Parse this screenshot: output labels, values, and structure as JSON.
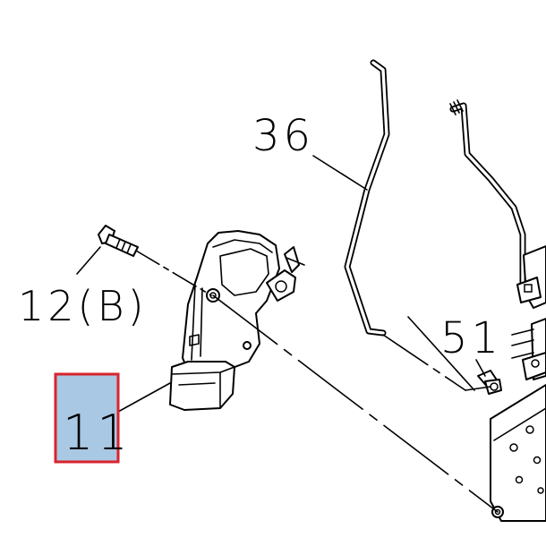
{
  "diagram": {
    "callouts": [
      {
        "id": "36",
        "text": "36"
      },
      {
        "id": "12b",
        "text": "12(B)"
      },
      {
        "id": "51",
        "text": "51"
      },
      {
        "id": "11",
        "text": "11"
      }
    ],
    "highlight": {
      "target": "11",
      "fill": "#a9c8e4",
      "border": "#d9232d"
    }
  }
}
